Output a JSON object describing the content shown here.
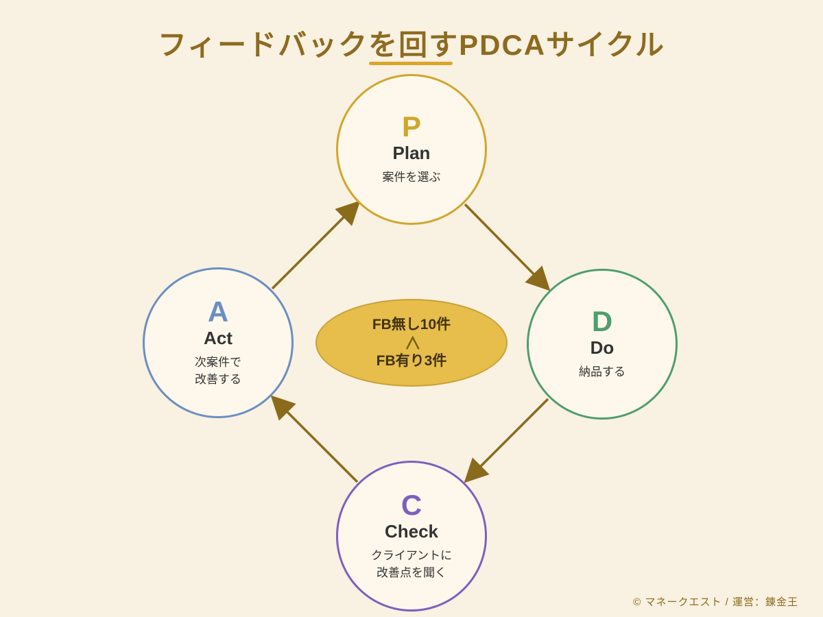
{
  "title": "フィードバックを回すPDCAサイクル",
  "nodes": [
    {
      "id": "plan",
      "letter": "P",
      "label": "Plan",
      "desc": [
        "案件を選ぶ"
      ],
      "color": "#d0a62c"
    },
    {
      "id": "do",
      "letter": "D",
      "label": "Do",
      "desc": [
        "納品する"
      ],
      "color": "#4f9e6e"
    },
    {
      "id": "check",
      "letter": "C",
      "label": "Check",
      "desc": [
        "クライアントに",
        "改善点を聞く"
      ],
      "color": "#7d5fc0"
    },
    {
      "id": "act",
      "letter": "A",
      "label": "Act",
      "desc": [
        "次案件で",
        "改善する"
      ],
      "color": "#6b8fc2"
    }
  ],
  "center": {
    "top": "FB無し10件",
    "comparator": "＜",
    "bottom": "FB有り3件",
    "fill_color": "#e7bd4b"
  },
  "footer": "© マネークエスト / 運営：錬金王",
  "colors": {
    "background": "#f9f1e1",
    "title_text": "#8d6b20",
    "title_underline": "#d9a62b",
    "arrow": "#8a6b1c",
    "node_fill": "#fdf8eb"
  }
}
